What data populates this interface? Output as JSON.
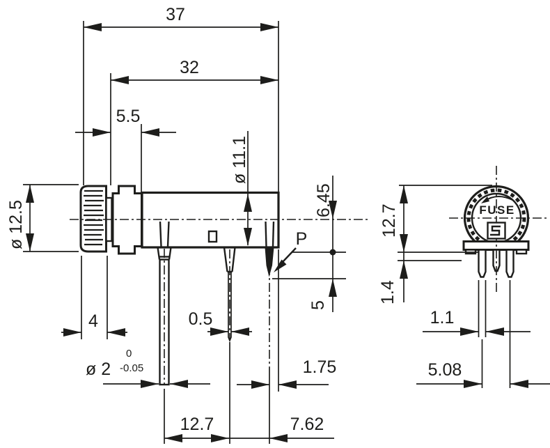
{
  "side_view": {
    "dim_37": "37",
    "dim_32": "32",
    "dim_5_5": "5.5",
    "dim_dia_12_5": "ø 12.5",
    "dim_dia_11_1": "ø 11.1",
    "dim_6_45": "6.45",
    "dim_5": "5",
    "pin_label": "P",
    "dim_4": "4",
    "dim_0_5": "0.5",
    "dim_dia_2": "ø 2",
    "dim_dia_2_tol_upper": "0",
    "dim_dia_2_tol_lower": "-0.05",
    "dim_1_75": "1.75",
    "dim_12_7": "12.7",
    "dim_7_62": "7.62"
  },
  "front_view": {
    "dim_12_7": "12.7",
    "dim_1_4": "1.4",
    "dim_1_1": "1.1",
    "dim_5_08": "5.08",
    "cap_text": "FUSE"
  },
  "colors": {
    "line": "#1d1d1b",
    "background": "#ffffff"
  }
}
